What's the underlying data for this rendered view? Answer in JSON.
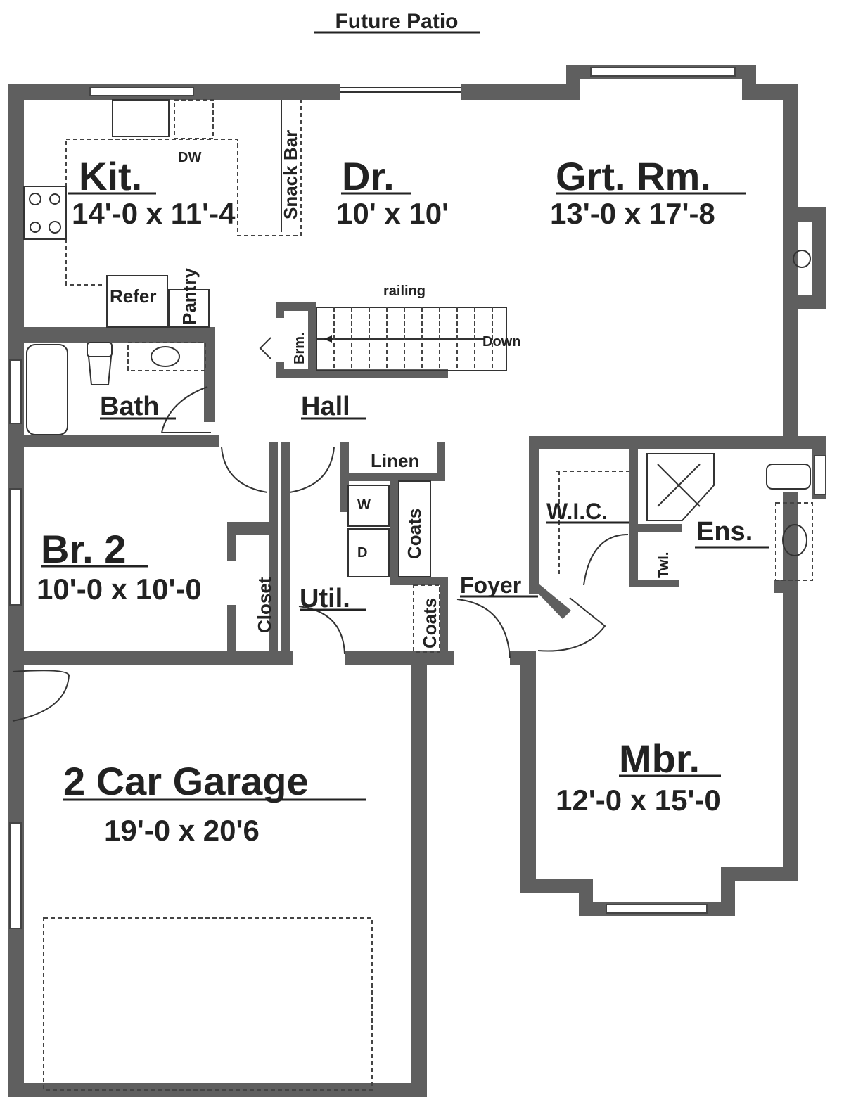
{
  "title": "Future Patio",
  "rooms": {
    "kitchen": {
      "name": "Kit.",
      "size": "14'-0 x 11'-4"
    },
    "dining": {
      "name": "Dr.",
      "size": "10' x 10'"
    },
    "great_room": {
      "name": "Grt. Rm.",
      "size": "13'-0 x 17'-8"
    },
    "bath": {
      "name": "Bath"
    },
    "hall": {
      "name": "Hall"
    },
    "bedroom2": {
      "name": "Br. 2",
      "size": "10'-0 x 10'-0"
    },
    "utility": {
      "name": "Util."
    },
    "foyer": {
      "name": "Foyer"
    },
    "wic": {
      "name": "W.I.C."
    },
    "ensuite": {
      "name": "Ens."
    },
    "master": {
      "name": "Mbr.",
      "size": "12'-0 x 15'-0"
    },
    "garage": {
      "name": "2 Car Garage",
      "size": "19'-0 x 20'6"
    }
  },
  "fixtures": {
    "dw": "DW",
    "snack_bar": "Snack Bar",
    "refer": "Refer",
    "pantry": "Pantry",
    "railing": "railing",
    "down": "Down",
    "broom": "Brm.",
    "linen": "Linen",
    "washer": "W",
    "dryer": "D",
    "coats1": "Coats",
    "coats2": "Coats",
    "closet": "Closet",
    "towel": "Twl."
  }
}
